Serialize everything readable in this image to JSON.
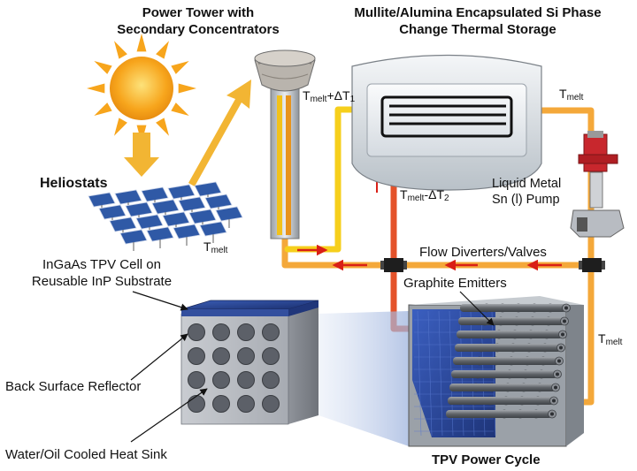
{
  "labels": {
    "power_tower": "Power Tower with Secondary Concentrators",
    "storage": "Mullite/Alumina Encapsulated Si Phase Change Thermal Storage",
    "heliostats": "Heliostats",
    "t_melt_base": "T",
    "t_melt_sub": "melt",
    "t_melt_plus": "+ΔT",
    "t_melt_plus_sub": "1",
    "t_melt_minus": "-ΔT",
    "t_melt_minus_sub": "2",
    "pump": "Liquid Metal Sn (l) Pump",
    "flow_diverters": "Flow Diverters/Valves",
    "graphite_emitters": "Graphite Emitters",
    "tpv_cell": "InGaAs TPV Cell on Reusable InP Substrate",
    "back_surface_reflector": "Back Surface Reflector",
    "heat_sink": "Water/Oil Cooled Heat Sink",
    "tpv_power_cycle": "TPV Power Cycle"
  },
  "colors": {
    "hot_pipe": "#f6cf1c",
    "warm_pipe": "#f4a83a",
    "cold_pipe": "#e4522a",
    "flow_arrow": "#d91f16",
    "sun": "#f7a51c",
    "sun_arrow": "#f2b533",
    "heliostat_panel": "#2f59a6",
    "cell_surface": "#243f8f",
    "heat_sink_block": "#9a9ea6",
    "emitter_tube": "#6f7378",
    "tpv_panel": "#2b4aa0",
    "storage_vessel": "#dde3e8"
  }
}
